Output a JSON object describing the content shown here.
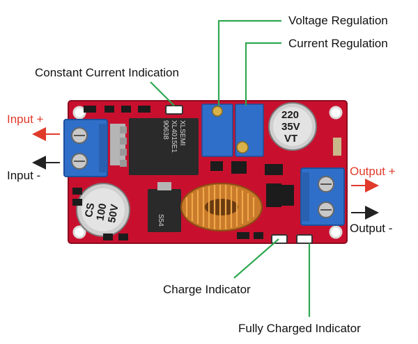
{
  "labels": {
    "voltage_regulation": "Voltage Regulation",
    "current_regulation": "Current Regulation",
    "constant_current_indication": "Constant Current Indication",
    "input_plus": "Input +",
    "input_minus": "Input -",
    "output_plus": "Output +",
    "output_minus": "Output -",
    "charge_indicator": "Charge Indicator",
    "fully_charged_indicator": "Fully Charged Indicator"
  },
  "components": {
    "chip_line1": "XLSEMI",
    "chip_line2": "XL4015E1",
    "chip_line3": "90638",
    "cap_right_line1": "220",
    "cap_right_line2": "35V",
    "cap_right_line3": "VT",
    "cap_left_line1": "CS",
    "cap_left_line2": "100",
    "cap_left_line3": "50V",
    "diode_text": "S54"
  },
  "colors": {
    "board": "#c8102e",
    "terminal": "#2f6fc9",
    "leader_green": "#2fa84f",
    "arrow_red": "#e03a2a",
    "arrow_black": "#222222"
  }
}
